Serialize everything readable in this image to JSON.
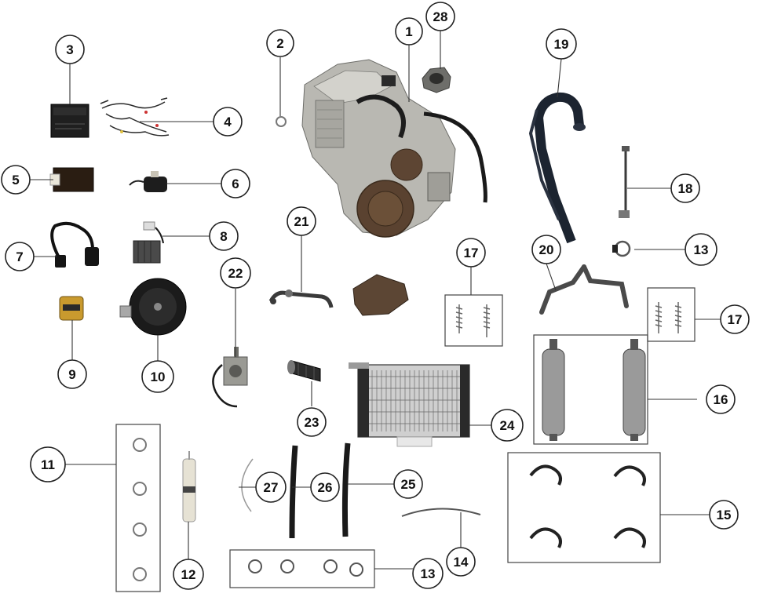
{
  "diagram": {
    "callouts": [
      {
        "id": "c1",
        "label": "1"
      },
      {
        "id": "c2",
        "label": "2"
      },
      {
        "id": "c3",
        "label": "3"
      },
      {
        "id": "c4",
        "label": "4"
      },
      {
        "id": "c5",
        "label": "5"
      },
      {
        "id": "c6",
        "label": "6"
      },
      {
        "id": "c7",
        "label": "7"
      },
      {
        "id": "c8",
        "label": "8"
      },
      {
        "id": "c9",
        "label": "9"
      },
      {
        "id": "c10",
        "label": "10"
      },
      {
        "id": "c11",
        "label": "11"
      },
      {
        "id": "c12",
        "label": "12"
      },
      {
        "id": "c13a",
        "label": "13"
      },
      {
        "id": "c13b",
        "label": "13"
      },
      {
        "id": "c14",
        "label": "14"
      },
      {
        "id": "c15",
        "label": "15"
      },
      {
        "id": "c16",
        "label": "16"
      },
      {
        "id": "c17a",
        "label": "17"
      },
      {
        "id": "c17b",
        "label": "17"
      },
      {
        "id": "c18",
        "label": "18"
      },
      {
        "id": "c19",
        "label": "19"
      },
      {
        "id": "c20",
        "label": "20"
      },
      {
        "id": "c21",
        "label": "21"
      },
      {
        "id": "c22",
        "label": "22"
      },
      {
        "id": "c23",
        "label": "23"
      },
      {
        "id": "c24",
        "label": "24"
      },
      {
        "id": "c25",
        "label": "25"
      },
      {
        "id": "c26",
        "label": "26"
      },
      {
        "id": "c27",
        "label": "27"
      },
      {
        "id": "c28",
        "label": "28"
      }
    ]
  },
  "colors": {
    "line": "#333333",
    "metal": "#b8b8b4",
    "dark_metal": "#2b2b2b",
    "brown": "#5a4230",
    "chrome": "#9a9a9a"
  },
  "icons": {
    "engine": "engine-icon",
    "battery": "battery-icon",
    "wire_harness": "wire-harness-icon",
    "exhaust": "exhaust-pipe-icon",
    "muffler": "muffler-icon",
    "radiator": "radiator-icon",
    "carburetor": "carburetor-icon",
    "horn": "horn-icon"
  }
}
